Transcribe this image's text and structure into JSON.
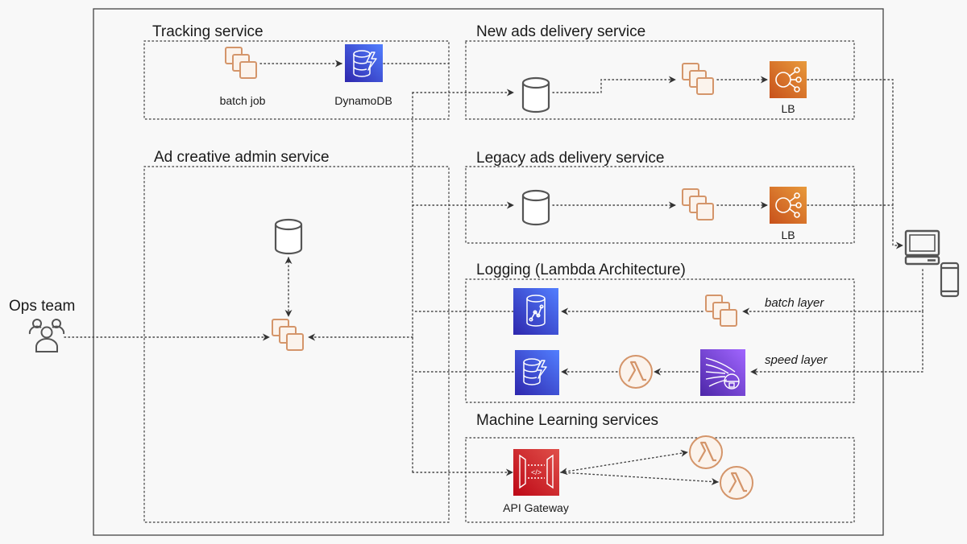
{
  "diagram": {
    "actors": {
      "ops_team": "Ops team"
    },
    "groups": {
      "tracking": {
        "title": "Tracking service",
        "batch_job_label": "batch job",
        "dynamodb_label": "DynamoDB"
      },
      "new_ads": {
        "title": "New ads delivery service",
        "lb_label": "LB"
      },
      "admin": {
        "title": "Ad creative admin service"
      },
      "legacy_ads": {
        "title": "Legacy ads delivery service",
        "lb_label": "LB"
      },
      "logging": {
        "title": "Logging (Lambda Architecture)",
        "batch_layer": "batch layer",
        "speed_layer": "speed layer"
      },
      "ml": {
        "title": "Machine Learning services",
        "api_gateway_label": "API Gateway"
      }
    },
    "colors": {
      "aws_blue": "#3b48cc",
      "aws_orange": "#d86613",
      "aws_purple": "#5a30b5",
      "aws_red": "#c7131f",
      "compute_outline": "#d4956a"
    },
    "icons": [
      "people-icon",
      "instances-icon",
      "dynamodb-icon",
      "database-icon",
      "load-balancer-icon",
      "redshift-icon",
      "lambda-icon",
      "kinesis-icon",
      "api-gateway-icon",
      "desktop-icon",
      "mobile-icon"
    ]
  }
}
